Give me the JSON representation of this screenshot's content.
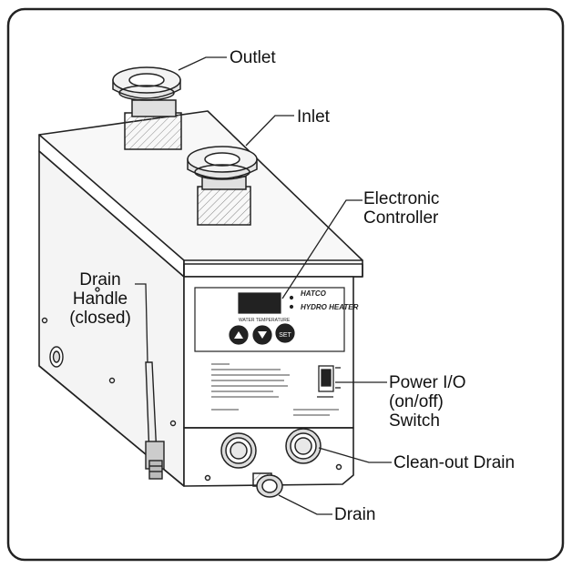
{
  "callouts": {
    "outlet": {
      "lines": [
        "Outlet"
      ]
    },
    "inlet": {
      "lines": [
        "Inlet"
      ]
    },
    "controller": {
      "lines": [
        "Electronic",
        "Controller"
      ]
    },
    "drain_handle": {
      "lines": [
        "Drain",
        "Handle",
        "(closed)"
      ]
    },
    "power_switch": {
      "lines": [
        "Power I/O",
        "(on/off)",
        "Switch"
      ]
    },
    "cleanout_drain": {
      "lines": [
        "Clean-out Drain"
      ]
    },
    "drain": {
      "lines": [
        "Drain"
      ]
    }
  },
  "nameplate": {
    "brand": "HATCO",
    "product": "HYDRO HEATER",
    "temp_label": "WATER TEMPERATURE"
  }
}
